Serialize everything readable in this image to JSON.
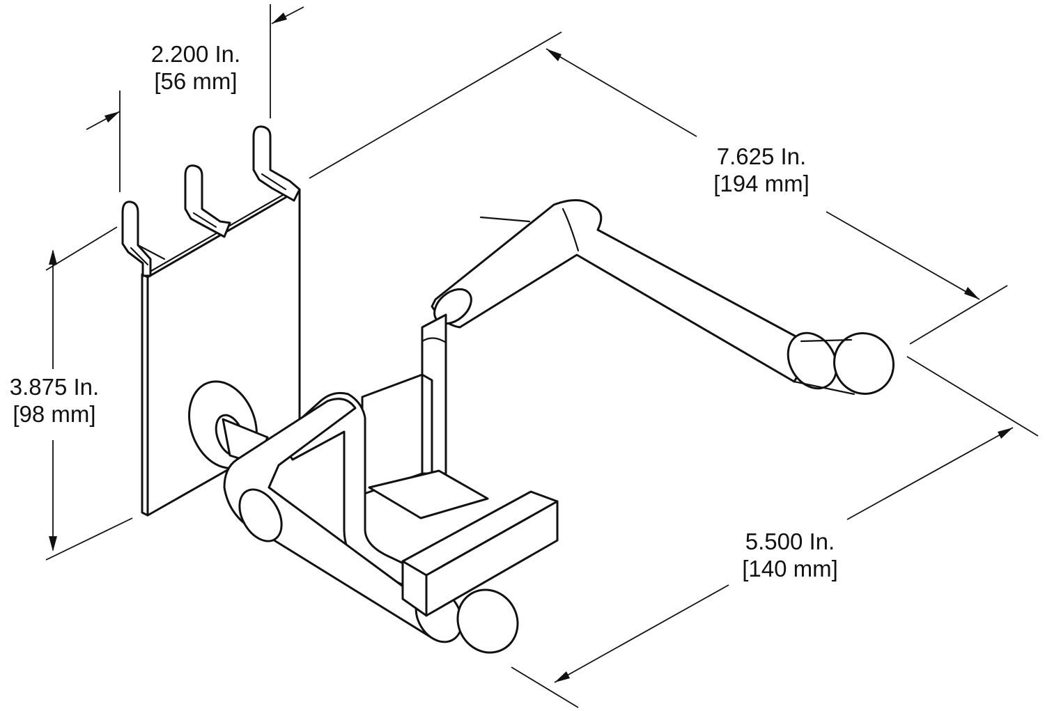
{
  "dimensions": {
    "width": {
      "inches": "2.200 In.",
      "mm": "[56 mm]"
    },
    "length": {
      "inches": "7.625 In.",
      "mm": "[194 mm]"
    },
    "height": {
      "inches": "3.875 In.",
      "mm": "[98 mm]"
    },
    "depth": {
      "inches": "5.500 In.",
      "mm": "[140 mm]"
    }
  },
  "colors": {
    "line": "#111111",
    "background": "#ffffff"
  }
}
